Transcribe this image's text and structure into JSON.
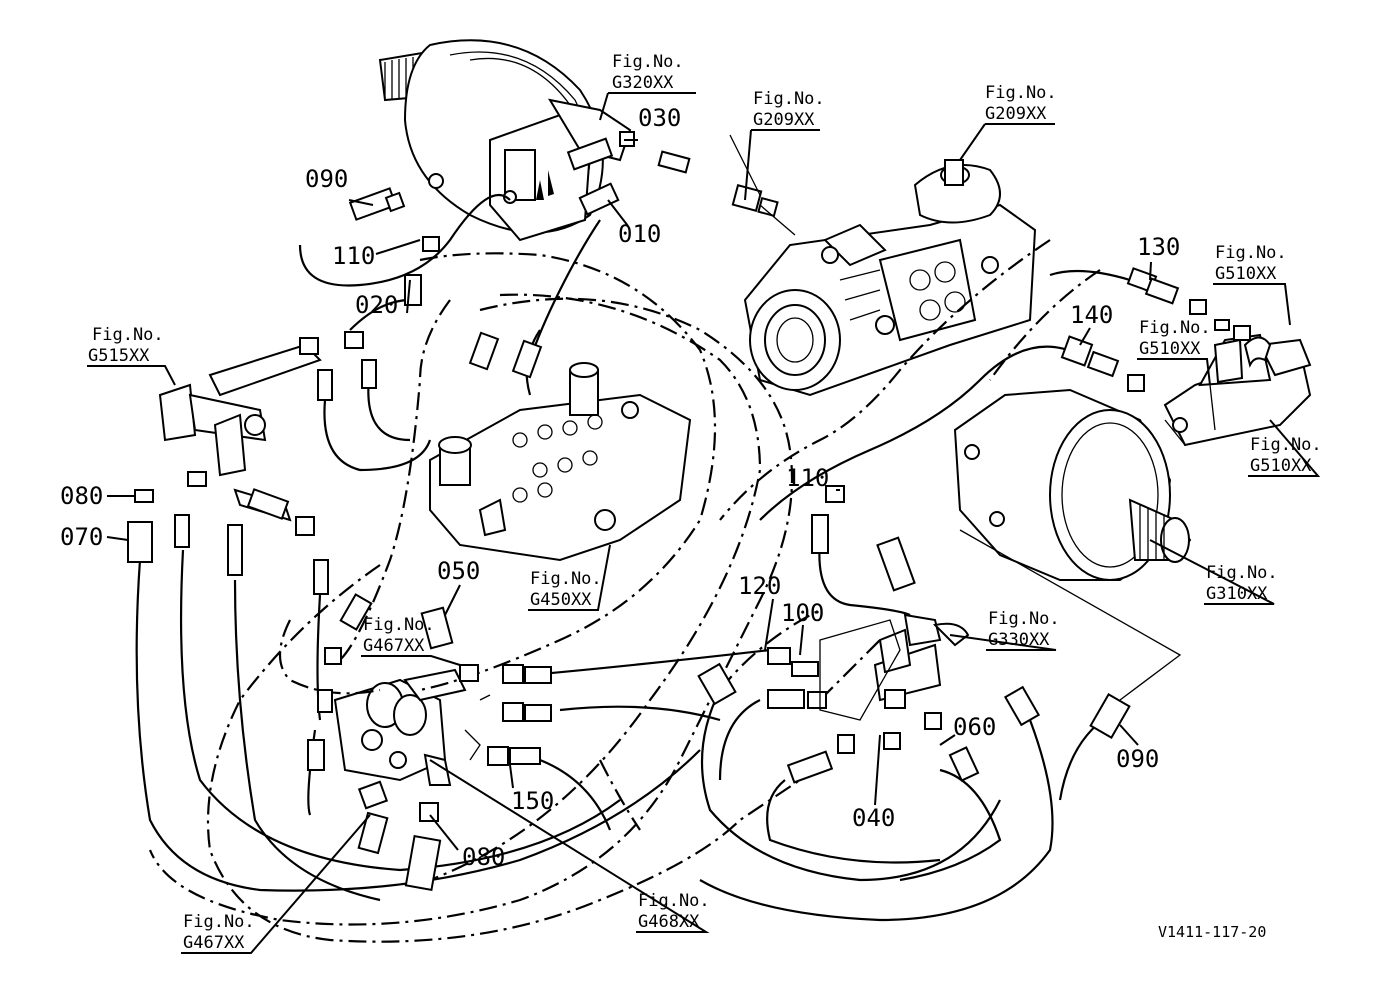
{
  "part_numbers": {
    "p010": "010",
    "p020": "020",
    "p030": "030",
    "p040": "040",
    "p050": "050",
    "p060": "060",
    "p070": "070",
    "p080_left": "080",
    "p080_bottom": "080",
    "p090_top": "090",
    "p090_right": "090",
    "p100": "100",
    "p110_top": "110",
    "p110_right": "110",
    "p120": "120",
    "p130": "130",
    "p140": "140",
    "p150": "150"
  },
  "fig_refs": {
    "g320": {
      "line1": "Fig.No.",
      "line2": "G320XX"
    },
    "g209_mid": {
      "line1": "Fig.No.",
      "line2": "G209XX"
    },
    "g209_right": {
      "line1": "Fig.No.",
      "line2": "G209XX"
    },
    "g515": {
      "line1": "Fig.No.",
      "line2": "G515XX"
    },
    "g510_top": {
      "line1": "Fig.No.",
      "line2": "G510XX"
    },
    "g510_mid": {
      "line1": "Fig.No.",
      "line2": "G510XX"
    },
    "g510_bottom": {
      "line1": "Fig.No.",
      "line2": "G510XX"
    },
    "g450": {
      "line1": "Fig.No.",
      "line2": "G450XX"
    },
    "g467_mid": {
      "line1": "Fig.No.",
      "line2": "G467XX"
    },
    "g467_bottom": {
      "line1": "Fig.No.",
      "line2": "G467XX"
    },
    "g468": {
      "line1": "Fig.No.",
      "line2": "G468XX"
    },
    "g310": {
      "line1": "Fig.No.",
      "line2": "G310XX"
    },
    "g330": {
      "line1": "Fig.No.",
      "line2": "G330XX"
    }
  },
  "drawing_code": "V1411-117-20"
}
